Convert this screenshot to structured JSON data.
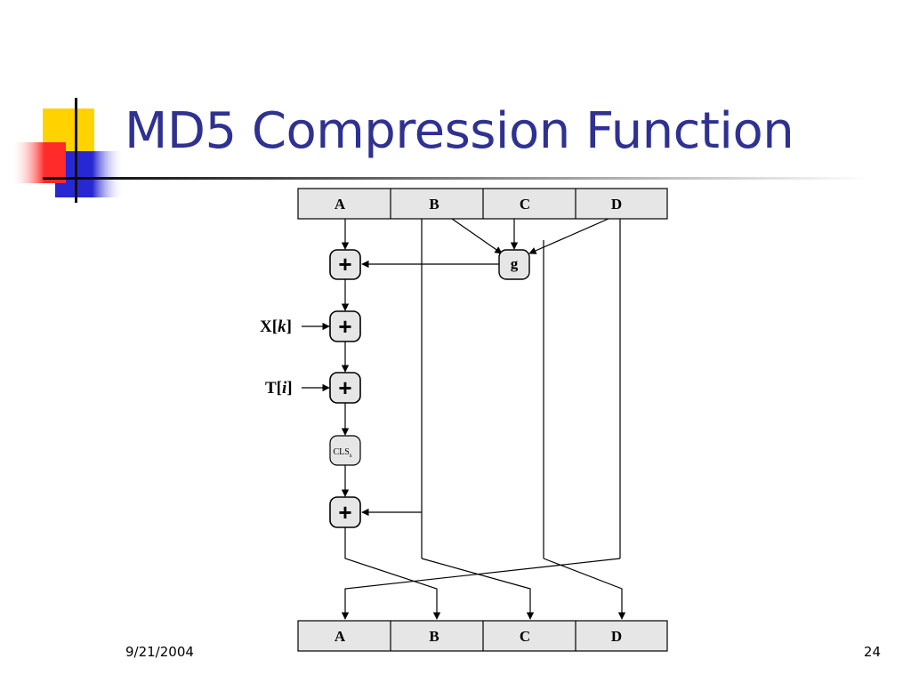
{
  "slide": {
    "title": "MD5 Compression Function",
    "date": "9/21/2004",
    "page_number": "24"
  },
  "diagram": {
    "input_registers": [
      "A",
      "B",
      "C",
      "D"
    ],
    "output_registers": [
      "A",
      "B",
      "C",
      "D"
    ],
    "function_node": "g",
    "adder_symbol": "+",
    "message_input": {
      "base": "X[",
      "var": "k",
      "close": "]"
    },
    "constant_input": {
      "base": "T[",
      "var": "i",
      "close": "]"
    },
    "shift_node": {
      "base": "CLS",
      "sub": "s"
    }
  },
  "colors": {
    "title": "#2f3192",
    "register_fill": "#e6e6e6",
    "node_fill": "#e6e6e6",
    "deco_yellow": "#ffd200",
    "deco_red": "#ff2a2a",
    "deco_blue": "#2828d2"
  }
}
